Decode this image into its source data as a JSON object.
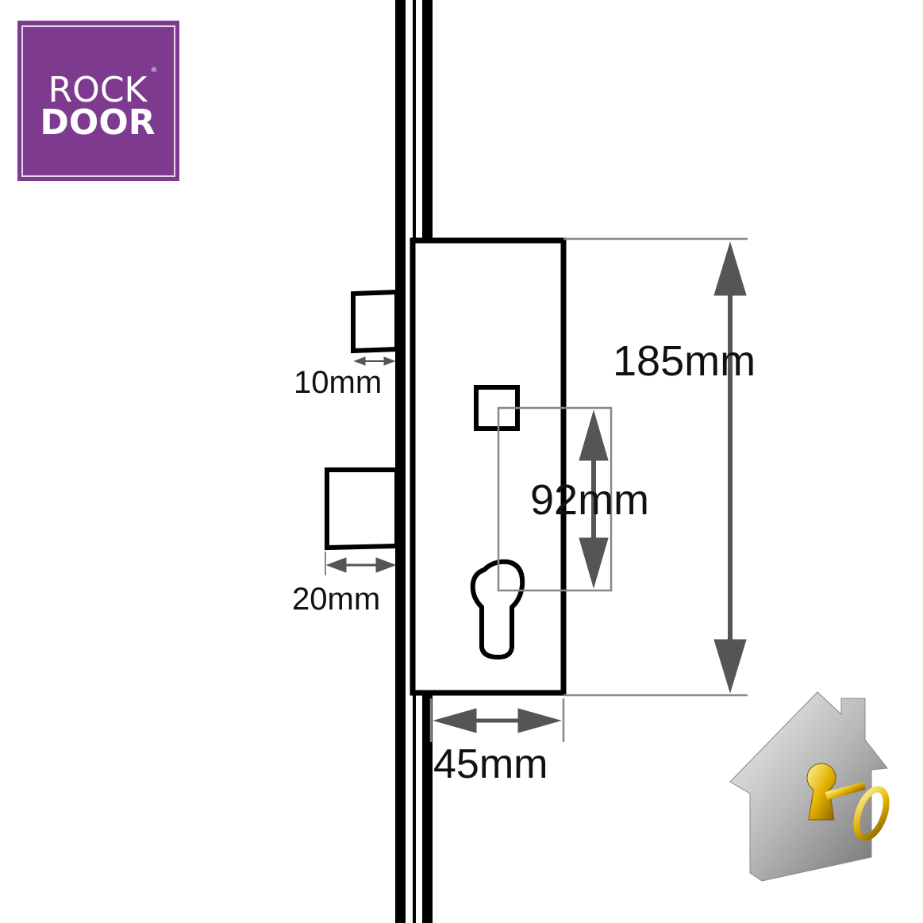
{
  "logo": {
    "line1": "ROCK",
    "line2": "DOOR",
    "registered": "®",
    "color": "#7d3a8e"
  },
  "dimensions": {
    "height": "185mm",
    "spindle_to_cylinder": "92mm",
    "backset": "45mm",
    "hook_throw": "10mm",
    "deadbolt_throw": "20mm"
  },
  "icons": {
    "house_key": "house-key-icon"
  }
}
